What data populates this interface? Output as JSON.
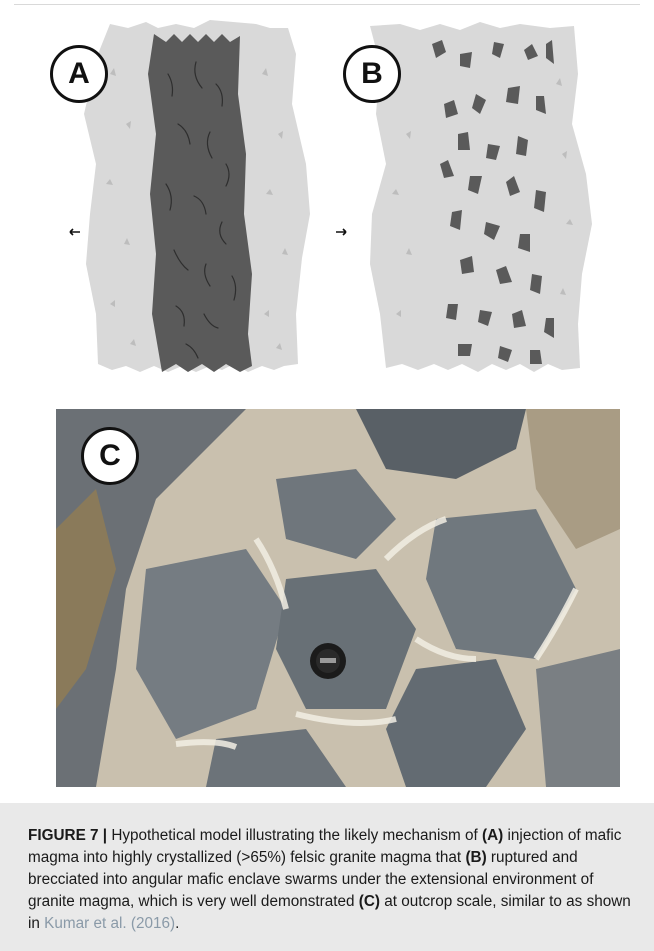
{
  "figure": {
    "panels": [
      {
        "id": "A",
        "label": "A",
        "content": "schematic of a mafic dyke intruding felsic granite"
      },
      {
        "id": "B",
        "label": "B",
        "content": "schematic of angular mafic enclave swarm in felsic granite"
      },
      {
        "id": "C",
        "label": "C",
        "content": "outcrop photograph with lens cap for scale"
      }
    ],
    "colors": {
      "felsic": "#d9d9d9",
      "mafic": "#5a5a5a",
      "label_border": "#111111",
      "caption_background": "#e9e9e9",
      "reference_link": "#8a9aa8"
    }
  },
  "caption": {
    "figure_label": "FIGURE 7 |",
    "text_1": " Hypothetical model illustrating the likely mechanism of ",
    "marker_a": "(A)",
    "text_2": " injection of mafic magma into highly crystallized (>65%) felsic granite magma that ",
    "marker_b": "(B)",
    "text_3": " ruptured and brecciated into angular mafic enclave swarms under the extensional environment of granite magma, which is very well demonstrated ",
    "marker_c": "(C)",
    "text_4": " at outcrop scale, similar to as shown in ",
    "reference": "Kumar et al. (2016)",
    "text_5": "."
  }
}
